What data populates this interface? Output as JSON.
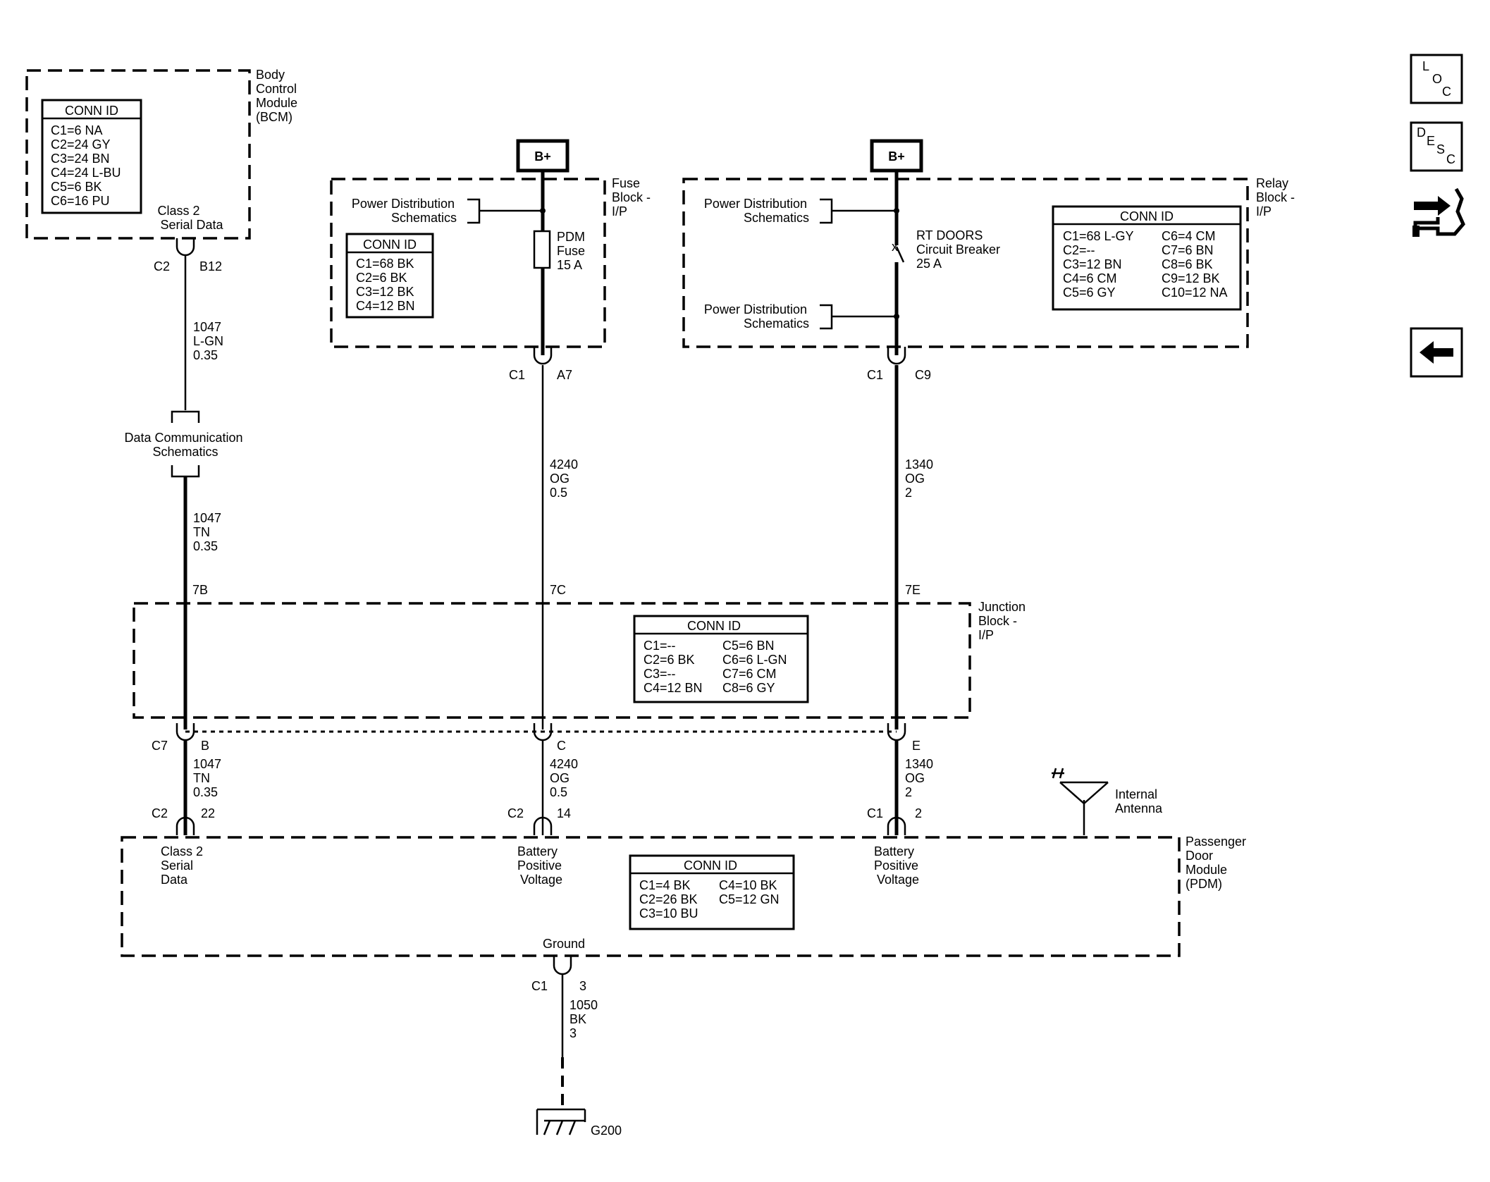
{
  "bcm": {
    "title": [
      "Body",
      "Control",
      "Module",
      "(BCM)"
    ],
    "conn_header": "CONN ID",
    "conn": [
      "C1=6 NA",
      "C2=24 GY",
      "C3=24 BN",
      "C4=24 L-BU",
      "C5=6 BK",
      "C6=16 PU"
    ],
    "pin_label": [
      "Class 2",
      "Serial Data"
    ],
    "connector": "C2",
    "pin": "B12"
  },
  "wire_1047_lgn": [
    "1047",
    "L-GN",
    "0.35"
  ],
  "data_comm": [
    "Data Communication",
    "Schematics"
  ],
  "wire_1047_tn": [
    "1047",
    "TN",
    "0.35"
  ],
  "fuse_block": {
    "bplus": "B+",
    "title": [
      "Fuse",
      "Block -",
      "I/P"
    ],
    "power_dist": [
      "Power Distribution",
      "Schematics"
    ],
    "conn_header": "CONN ID",
    "conn": [
      "C1=68 BK",
      "C2=6 BK",
      "C3=12 BK",
      "C4=12 BN"
    ],
    "fuse": [
      "PDM",
      "Fuse",
      "15 A"
    ],
    "connector": "C1",
    "pin": "A7"
  },
  "wire_4240": [
    "4240",
    "OG",
    "0.5"
  ],
  "relay_block": {
    "bplus": "B+",
    "title": [
      "Relay",
      "Block -",
      "I/P"
    ],
    "power_dist_1": [
      "Power Distribution",
      "Schematics"
    ],
    "power_dist_2": [
      "Power Distribution",
      "Schematics"
    ],
    "breaker": [
      "RT DOORS",
      "Circuit Breaker",
      "25 A"
    ],
    "conn_header": "CONN ID",
    "conn_left": [
      "C1=68 L-GY",
      "C2=--",
      "C3=12 BN",
      "C4=6 CM",
      "C5=6 GY"
    ],
    "conn_right": [
      "C6=4 CM",
      "C7=6 BN",
      "C8=6 BK",
      "C9=12 BK",
      "C10=12 NA"
    ],
    "connector": "C1",
    "pin": "C9"
  },
  "wire_1340": [
    "1340",
    "OG",
    "2"
  ],
  "junction_block": {
    "title": [
      "Junction",
      "Block -",
      "I/P"
    ],
    "pin_left": "7B",
    "pin_mid": "7C",
    "pin_right": "7E",
    "conn_header": "CONN ID",
    "conn_left": [
      "C1=--",
      "C2=6 BK",
      "C3=--",
      "C4=12 BN"
    ],
    "conn_right": [
      "C5=6 BN",
      "C6=6 L-GN",
      "C7=6 CM",
      "C8=6 GY"
    ],
    "c7": "C7",
    "pin_b": "B",
    "pin_c": "C",
    "pin_e": "E"
  },
  "lower_wires": {
    "left": [
      "1047",
      "TN",
      "0.35"
    ],
    "mid": [
      "4240",
      "OG",
      "0.5"
    ],
    "right": [
      "1340",
      "OG",
      "2"
    ]
  },
  "pdm": {
    "title": [
      "Passenger",
      "Door",
      "Module",
      "(PDM)"
    ],
    "conn_left_c": "C2",
    "pin_left": "22",
    "conn_mid_c": "C2",
    "pin_mid": "14",
    "conn_right_c": "C1",
    "pin_right": "2",
    "label_left": [
      "Class 2",
      "Serial",
      "Data"
    ],
    "label_mid": [
      "Battery",
      "Positive",
      "Voltage"
    ],
    "label_right": [
      "Battery",
      "Positive",
      "Voltage"
    ],
    "conn_header": "CONN ID",
    "conn_left": [
      "C1=4 BK",
      "C2=26 BK",
      "C3=10 BU"
    ],
    "conn_right": [
      "C4=10 BK",
      "C5=12 GN"
    ],
    "ground_label": "Ground",
    "ground_connector": "C1",
    "ground_pin": "3"
  },
  "antenna": [
    "Internal",
    "Antenna"
  ],
  "wire_1050": [
    "1050",
    "BK",
    "3"
  ],
  "ground_id": "G200",
  "nav": {
    "loc": [
      "L",
      "O",
      "C"
    ],
    "desc": [
      "D",
      "E",
      "S",
      "C"
    ],
    "arrow_glyph": "←"
  }
}
